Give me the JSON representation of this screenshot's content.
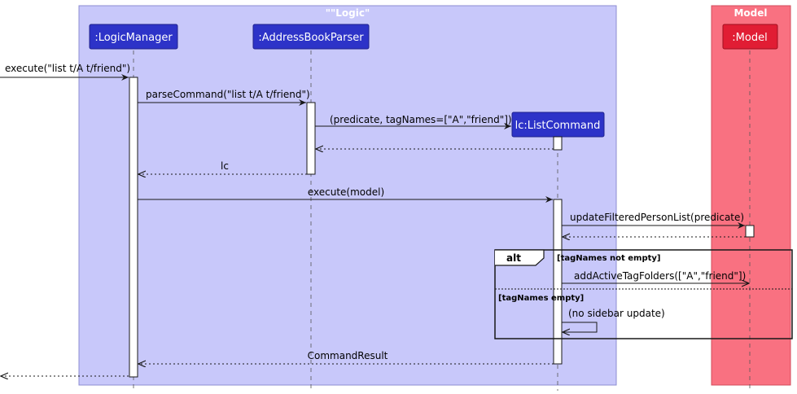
{
  "colors": {
    "logic_bg": "#C8C8FA",
    "logic_border": "#8C8CD2",
    "model_bg": "#F97181",
    "model_border": "#D24C5C",
    "participant_logic": "#2D33C8",
    "participant_model": "#E11D34",
    "activation": "#FFFFFF"
  },
  "boxes": {
    "logic_title": "\"\"Logic\"",
    "model_title": "Model"
  },
  "participants": {
    "logic_manager": ":LogicManager",
    "parser": ":AddressBookParser",
    "list_command": "lc:ListCommand",
    "model": ":Model"
  },
  "messages": {
    "m1": "execute(\"list t/A t/friend\")",
    "m2": "parseCommand(\"list t/A t/friend\")",
    "m3": "(predicate, tagNames=[\"A\",\"friend\"])",
    "m4": "lc",
    "m5": "execute(model)",
    "m6": "updateFilteredPersonList(predicate)",
    "m7": "addActiveTagFolders([\"A\",\"friend\"])",
    "m8": "(no sidebar update)",
    "m9": "CommandResult"
  },
  "alt": {
    "label": "alt",
    "guard1": "[tagNames not empty]",
    "guard2": "[tagNames empty]"
  }
}
